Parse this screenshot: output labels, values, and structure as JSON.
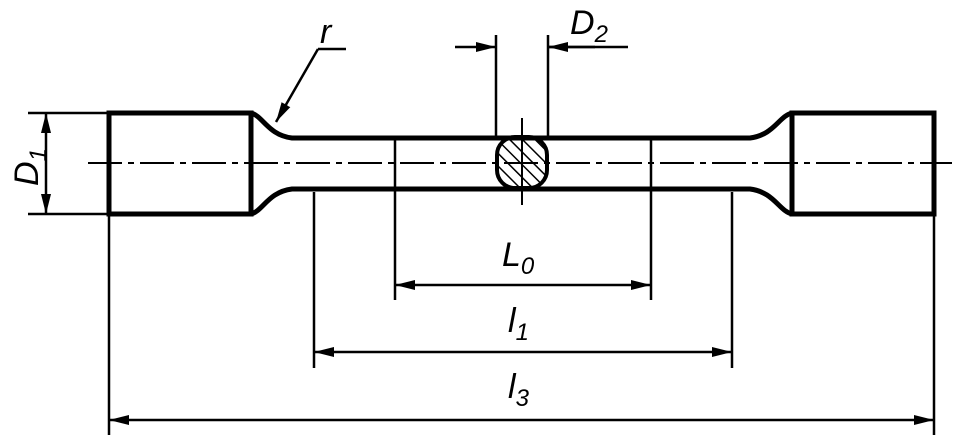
{
  "labels": {
    "r": "r",
    "d2_main": "D",
    "d2_sub": "2",
    "d1_main": "D",
    "d1_sub": "1",
    "l0_main": "L",
    "l0_sub": "0",
    "l1_main": "l",
    "l1_sub": "1",
    "l3_main": "l",
    "l3_sub": "3"
  },
  "colors": {
    "line": "#000000",
    "background": "#ffffff"
  }
}
